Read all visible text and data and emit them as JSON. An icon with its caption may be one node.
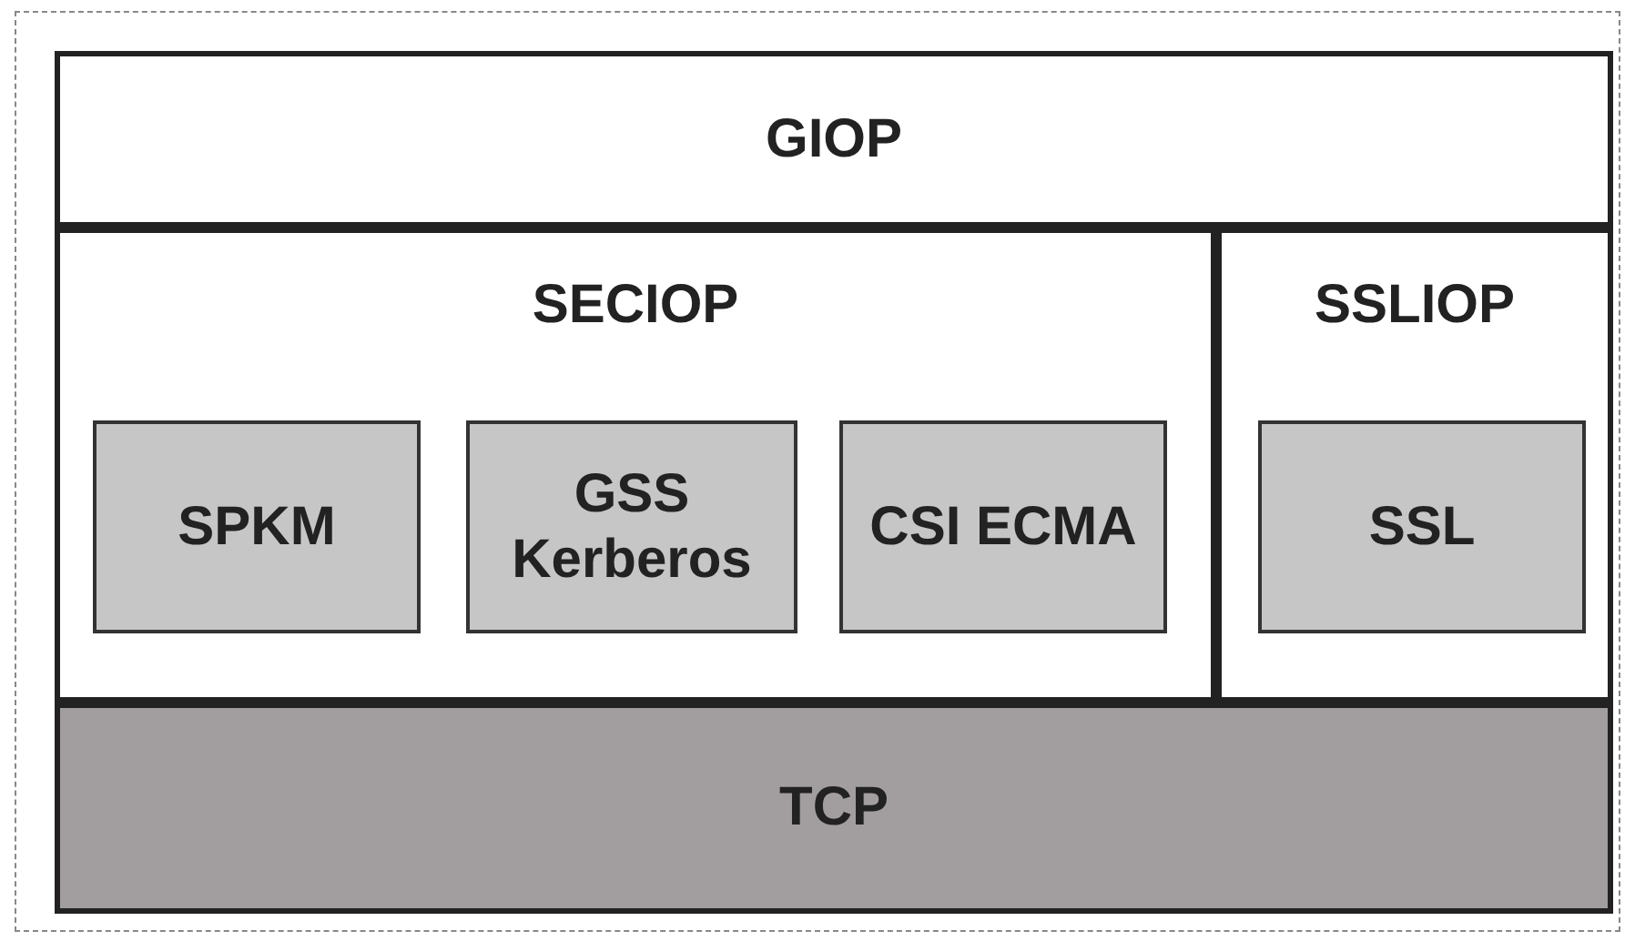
{
  "diagram": {
    "nodes": [
      {
        "text": [
          "GIOP"
        ]
      },
      {
        "text": [
          "SECIOP"
        ]
      },
      {
        "text": [
          "SPKM"
        ],
        "in": 1
      },
      {
        "text": [
          "GSS Kerberos"
        ],
        "in": 1
      },
      {
        "text": [
          "CSI ECMA"
        ],
        "in": 1
      },
      {
        "text": [
          "SSLIOP"
        ]
      },
      {
        "text": [
          "SSL"
        ],
        "in": 5
      },
      {
        "text": [
          "TCP"
        ]
      }
    ]
  }
}
